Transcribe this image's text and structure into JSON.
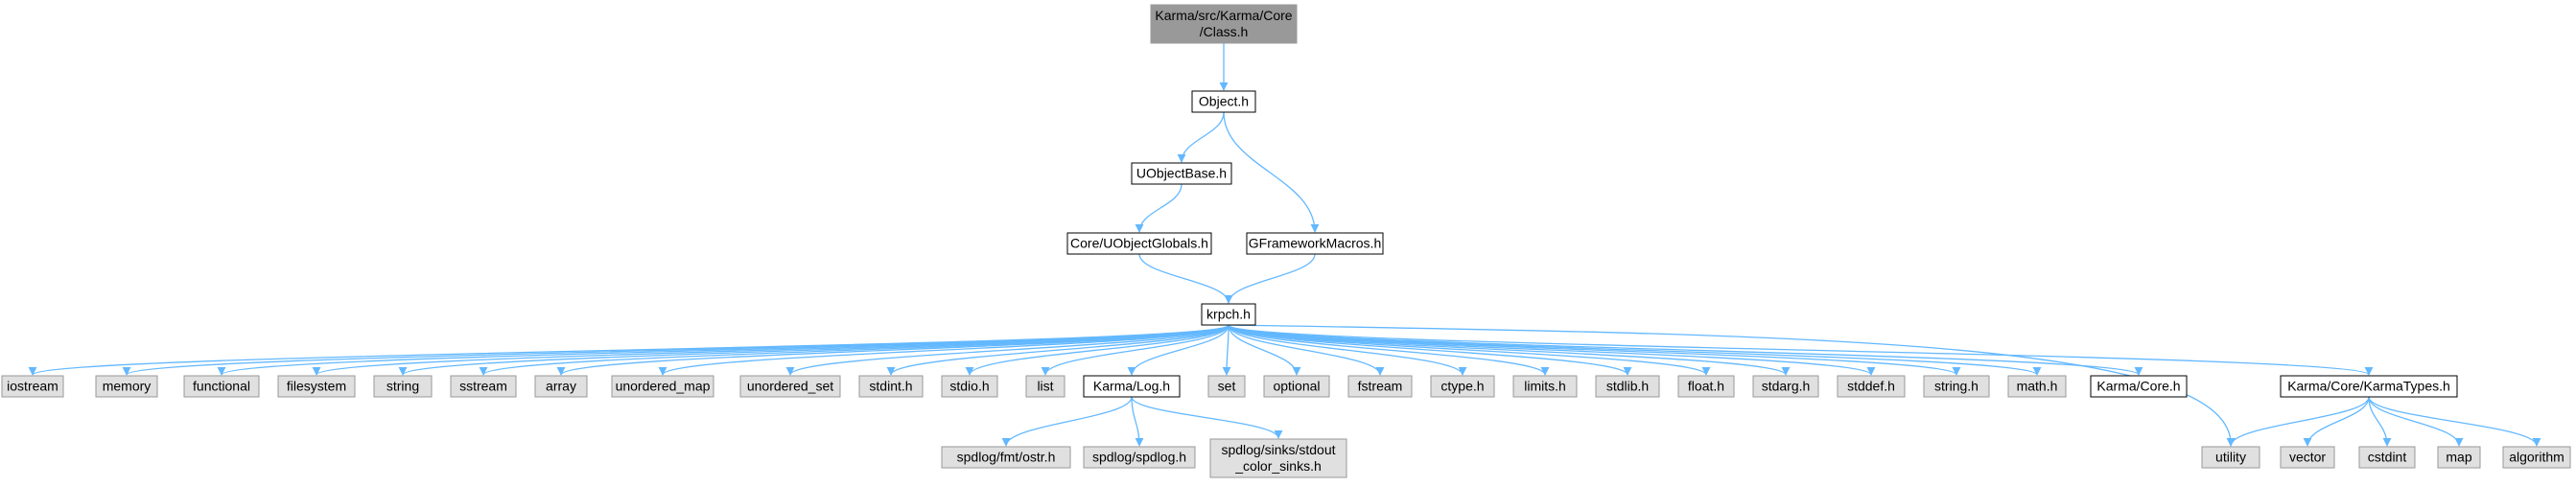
{
  "colors": {
    "edge": "#63b8ff",
    "root_fill": "#999999",
    "local_fill": "#ffffff",
    "system_fill": "#e0e0e0",
    "local_border": "#000000",
    "system_border": "#999999"
  },
  "nodes": [
    {
      "id": "class_h",
      "lines": [
        "Karma/src/Karma/Core",
        "/Class.h"
      ],
      "kind": "root"
    },
    {
      "id": "object_h",
      "lines": [
        "Object.h"
      ],
      "kind": "local"
    },
    {
      "id": "uobjectbase_h",
      "lines": [
        "UObjectBase.h"
      ],
      "kind": "local"
    },
    {
      "id": "gframeworkmacros_h",
      "lines": [
        "GFrameworkMacros.h"
      ],
      "kind": "local"
    },
    {
      "id": "uobjectglobals_h",
      "lines": [
        "Core/UObjectGlobals.h"
      ],
      "kind": "local"
    },
    {
      "id": "krpch_h",
      "lines": [
        "krpch.h"
      ],
      "kind": "local"
    },
    {
      "id": "iostream",
      "lines": [
        "iostream"
      ],
      "kind": "system"
    },
    {
      "id": "memory",
      "lines": [
        "memory"
      ],
      "kind": "system"
    },
    {
      "id": "functional",
      "lines": [
        "functional"
      ],
      "kind": "system"
    },
    {
      "id": "filesystem",
      "lines": [
        "filesystem"
      ],
      "kind": "system"
    },
    {
      "id": "string",
      "lines": [
        "string"
      ],
      "kind": "system"
    },
    {
      "id": "sstream",
      "lines": [
        "sstream"
      ],
      "kind": "system"
    },
    {
      "id": "array",
      "lines": [
        "array"
      ],
      "kind": "system"
    },
    {
      "id": "unordered_map",
      "lines": [
        "unordered_map"
      ],
      "kind": "system"
    },
    {
      "id": "unordered_set",
      "lines": [
        "unordered_set"
      ],
      "kind": "system"
    },
    {
      "id": "stdint_h",
      "lines": [
        "stdint.h"
      ],
      "kind": "system"
    },
    {
      "id": "stdio_h",
      "lines": [
        "stdio.h"
      ],
      "kind": "system"
    },
    {
      "id": "list",
      "lines": [
        "list"
      ],
      "kind": "system"
    },
    {
      "id": "karma_log_h",
      "lines": [
        "Karma/Log.h"
      ],
      "kind": "local"
    },
    {
      "id": "set",
      "lines": [
        "set"
      ],
      "kind": "system"
    },
    {
      "id": "optional",
      "lines": [
        "optional"
      ],
      "kind": "system"
    },
    {
      "id": "fstream",
      "lines": [
        "fstream"
      ],
      "kind": "system"
    },
    {
      "id": "ctype_h",
      "lines": [
        "ctype.h"
      ],
      "kind": "system"
    },
    {
      "id": "limits_h",
      "lines": [
        "limits.h"
      ],
      "kind": "system"
    },
    {
      "id": "stdlib_h",
      "lines": [
        "stdlib.h"
      ],
      "kind": "system"
    },
    {
      "id": "float_h",
      "lines": [
        "float.h"
      ],
      "kind": "system"
    },
    {
      "id": "stdarg_h",
      "lines": [
        "stdarg.h"
      ],
      "kind": "system"
    },
    {
      "id": "stddef_h",
      "lines": [
        "stddef.h"
      ],
      "kind": "system"
    },
    {
      "id": "string_h",
      "lines": [
        "string.h"
      ],
      "kind": "system"
    },
    {
      "id": "math_h",
      "lines": [
        "math.h"
      ],
      "kind": "system"
    },
    {
      "id": "karma_core_h",
      "lines": [
        "Karma/Core.h"
      ],
      "kind": "local"
    },
    {
      "id": "karmatypes_h",
      "lines": [
        "Karma/Core/KarmaTypes.h"
      ],
      "kind": "local"
    },
    {
      "id": "spdlog_fmt_ostr",
      "lines": [
        "spdlog/fmt/ostr.h"
      ],
      "kind": "system"
    },
    {
      "id": "spdlog_spdlog",
      "lines": [
        "spdlog/spdlog.h"
      ],
      "kind": "system"
    },
    {
      "id": "spdlog_sinks",
      "lines": [
        "spdlog/sinks/stdout",
        "_color_sinks.h"
      ],
      "kind": "system"
    },
    {
      "id": "utility",
      "lines": [
        "utility"
      ],
      "kind": "system"
    },
    {
      "id": "vector",
      "lines": [
        "vector"
      ],
      "kind": "system"
    },
    {
      "id": "cstdint",
      "lines": [
        "cstdint"
      ],
      "kind": "system"
    },
    {
      "id": "map",
      "lines": [
        "map"
      ],
      "kind": "system"
    },
    {
      "id": "algorithm",
      "lines": [
        "algorithm"
      ],
      "kind": "system"
    }
  ],
  "edges": [
    [
      "class_h",
      "object_h"
    ],
    [
      "object_h",
      "uobjectbase_h"
    ],
    [
      "object_h",
      "gframeworkmacros_h"
    ],
    [
      "uobjectbase_h",
      "uobjectglobals_h"
    ],
    [
      "uobjectglobals_h",
      "krpch_h"
    ],
    [
      "gframeworkmacros_h",
      "krpch_h"
    ],
    [
      "krpch_h",
      "iostream"
    ],
    [
      "krpch_h",
      "memory"
    ],
    [
      "krpch_h",
      "functional"
    ],
    [
      "krpch_h",
      "filesystem"
    ],
    [
      "krpch_h",
      "string"
    ],
    [
      "krpch_h",
      "sstream"
    ],
    [
      "krpch_h",
      "array"
    ],
    [
      "krpch_h",
      "unordered_map"
    ],
    [
      "krpch_h",
      "unordered_set"
    ],
    [
      "krpch_h",
      "stdint_h"
    ],
    [
      "krpch_h",
      "stdio_h"
    ],
    [
      "krpch_h",
      "list"
    ],
    [
      "krpch_h",
      "karma_log_h"
    ],
    [
      "krpch_h",
      "set"
    ],
    [
      "krpch_h",
      "optional"
    ],
    [
      "krpch_h",
      "fstream"
    ],
    [
      "krpch_h",
      "ctype_h"
    ],
    [
      "krpch_h",
      "limits_h"
    ],
    [
      "krpch_h",
      "stdlib_h"
    ],
    [
      "krpch_h",
      "float_h"
    ],
    [
      "krpch_h",
      "stdarg_h"
    ],
    [
      "krpch_h",
      "stddef_h"
    ],
    [
      "krpch_h",
      "string_h"
    ],
    [
      "krpch_h",
      "math_h"
    ],
    [
      "krpch_h",
      "karma_core_h"
    ],
    [
      "krpch_h",
      "utility"
    ],
    [
      "krpch_h",
      "karmatypes_h"
    ],
    [
      "karma_log_h",
      "spdlog_fmt_ostr"
    ],
    [
      "karma_log_h",
      "spdlog_spdlog"
    ],
    [
      "karma_log_h",
      "spdlog_sinks"
    ],
    [
      "karmatypes_h",
      "utility"
    ],
    [
      "karmatypes_h",
      "vector"
    ],
    [
      "karmatypes_h",
      "cstdint"
    ],
    [
      "karmatypes_h",
      "map"
    ],
    [
      "karmatypes_h",
      "algorithm"
    ]
  ]
}
